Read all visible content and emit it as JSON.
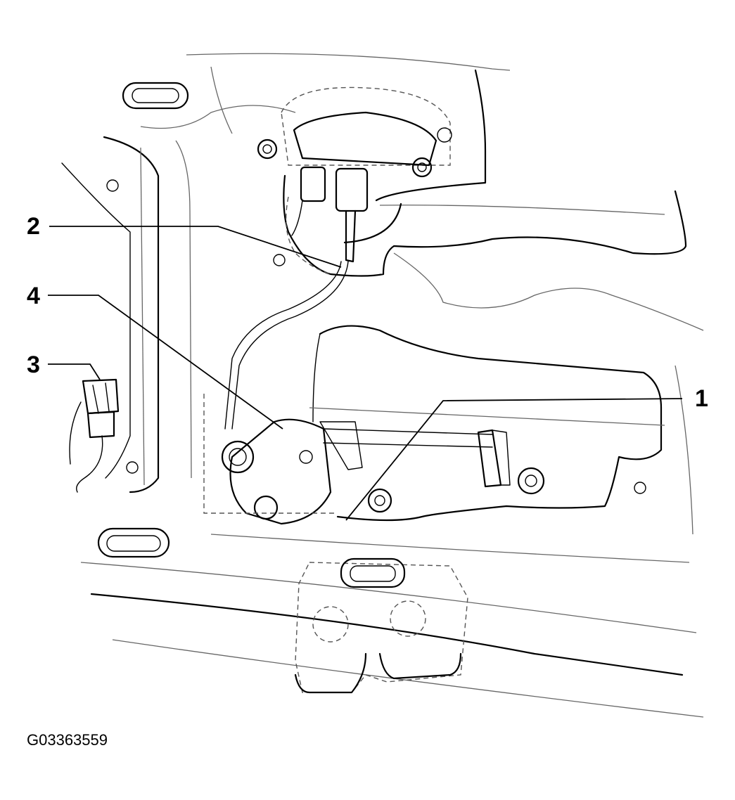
{
  "callouts": [
    {
      "id": "1",
      "label": "1"
    },
    {
      "id": "2",
      "label": "2"
    },
    {
      "id": "3",
      "label": "3"
    },
    {
      "id": "4",
      "label": "4"
    }
  ],
  "figure_id": "G03363559"
}
